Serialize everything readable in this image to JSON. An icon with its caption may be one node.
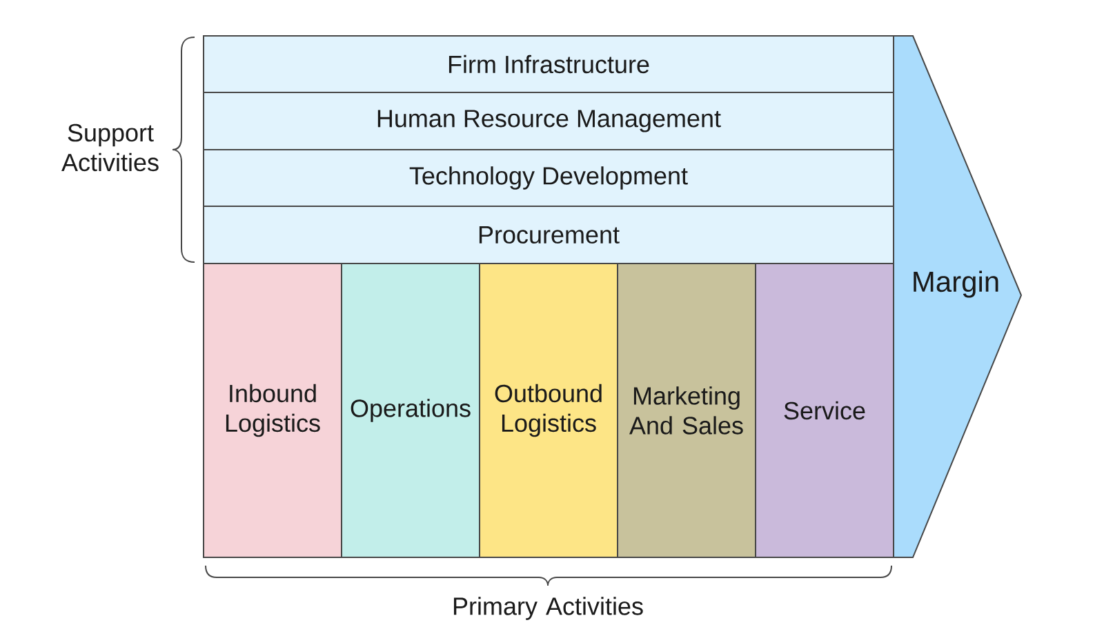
{
  "diagram": {
    "nodes": [
      {
        "text": [
          "Firm Infrastructure"
        ]
      },
      {
        "text": [
          "Human Resource Management"
        ]
      },
      {
        "text": [
          "Technology Development"
        ]
      },
      {
        "text": [
          "Procurement"
        ]
      },
      {
        "text": [
          "Inbound Logistics"
        ]
      },
      {
        "text": [
          "Operations"
        ]
      },
      {
        "text": [
          "Outbound Logistics"
        ]
      },
      {
        "text": [
          "Marketing And Sales"
        ]
      },
      {
        "text": [
          "Service"
        ]
      },
      {
        "text": [
          "Margin"
        ]
      }
    ],
    "labels": [
      "Support Activities",
      "Primary Activities"
    ]
  }
}
